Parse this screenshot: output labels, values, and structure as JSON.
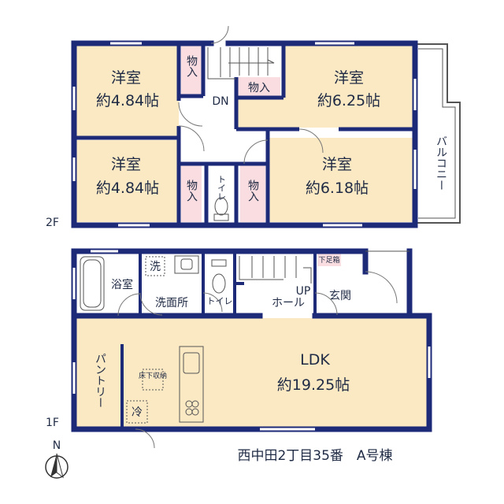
{
  "colors": {
    "wall": "#1c2a78",
    "room_fill": "#fbe9c4",
    "storage_fill": "#f9dde0",
    "line": "#555555"
  },
  "floor2": {
    "label": "2F",
    "rooms": [
      {
        "name": "洋室",
        "size": "約4.84帖"
      },
      {
        "name": "洋室",
        "size": "約6.25帖"
      },
      {
        "name": "洋室",
        "size": "約4.84帖"
      },
      {
        "name": "洋室",
        "size": "約6.18帖"
      }
    ],
    "closets": [
      "物入",
      "物入",
      "物入",
      "物入"
    ],
    "stairs_label": "DN",
    "toilet": "トイレ",
    "balcony": "バルコニー"
  },
  "floor1": {
    "label": "1F",
    "ldk": {
      "name": "LDK",
      "size": "約19.25帖"
    },
    "bath": "浴室",
    "washroom": "洗面所",
    "washer": "洗",
    "toilet": "トイレ",
    "hall": "ホール",
    "stairs_label": "UP",
    "entrance": "玄関",
    "shoe_box": "下足箱",
    "pantry": "パントリー",
    "underfloor_storage": "床下収納",
    "fridge": "冷"
  },
  "compass": {
    "letter": "N",
    "icon": "north-arrow-icon"
  },
  "caption": "西中田2丁目35番　A号棟"
}
